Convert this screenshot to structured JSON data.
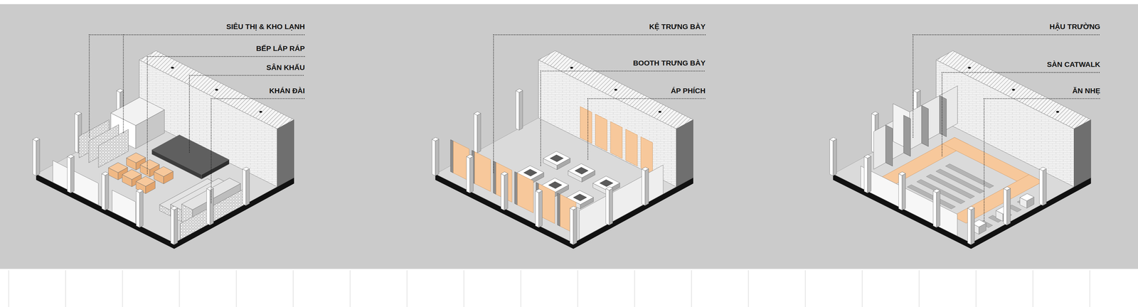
{
  "diagram": {
    "labels": [
      "SIÊU THỊ & KHO LẠNH",
      "BẾP LẮP RÁP",
      "SÂN KHẤU",
      "KHÁN ĐÀI",
      "KỆ TRƯNG BÀY",
      "BOOTH TRƯNG BÀY",
      "ÁP PHÍCH",
      "HẬU TRƯỜNG",
      "SÀN CATWALK",
      "ĂN NHẸ"
    ]
  }
}
